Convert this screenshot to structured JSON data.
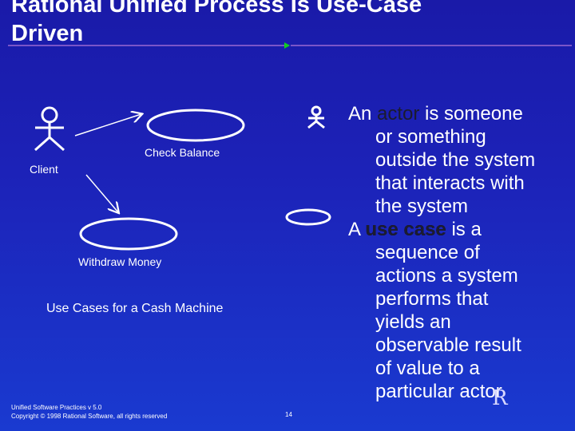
{
  "slide": {
    "title_line1": "Rational Unified Process Is Use-Case",
    "title_line2": "Driven"
  },
  "diagram": {
    "actor_client_label": "Client",
    "usecase_check_balance": "Check Balance",
    "usecase_withdraw_money": "Withdraw Money",
    "caption": "Use Cases for a Cash Machine"
  },
  "definitions": {
    "actor_prefix": "An ",
    "actor_term": "actor",
    "actor_rest_line1": " is someone",
    "actor_line2": "or something",
    "actor_line3": "outside the system",
    "actor_line4": "that interacts with",
    "actor_line5": "the system",
    "usecase_prefix": "A ",
    "usecase_term": "use case",
    "usecase_rest_line1": " is a",
    "usecase_line2": "sequence of",
    "usecase_line3": "actions a system",
    "usecase_line4": "performs that",
    "usecase_line5": "yields an",
    "usecase_line6": "observable result",
    "usecase_line7": "of value to a",
    "usecase_line8": "particular actor"
  },
  "footer": {
    "line1": "Unified Software Practices v 5.0",
    "line2": "Copyright © 1998 Rational Software, all rights reserved",
    "page_number": "14"
  },
  "logo": {
    "glyph": "R"
  },
  "colors": {
    "background": "#1c22b8",
    "rule": "#7a55c8",
    "rule_arrow": "#11cc22",
    "keyword": "#1c1c30"
  }
}
